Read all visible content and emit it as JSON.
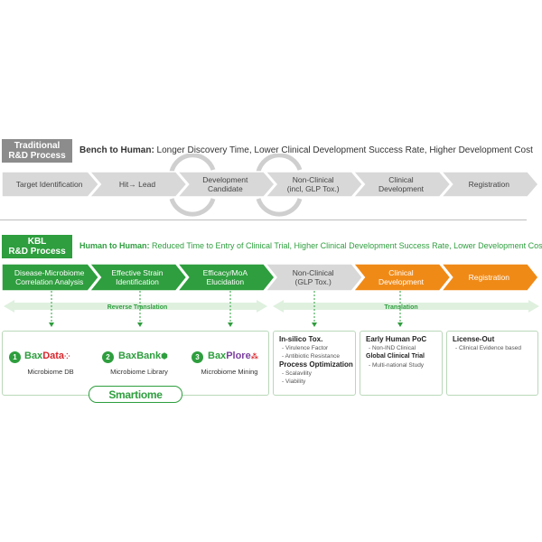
{
  "traditional": {
    "tag": [
      "Traditional",
      "R&D Process"
    ],
    "headline_bold": "Bench to Human:",
    "headline_rest": " Longer Discovery Time, Lower Clinical Development Success Rate, Higher Development Cost",
    "steps": [
      "Target Identification",
      "Hit→ Lead",
      "Development|Candidate",
      "Non-Clinical|(incl, GLP Tox.)",
      "Clinical|Development",
      "Registration"
    ]
  },
  "kbl": {
    "tag": [
      "KBL",
      "R&D Process"
    ],
    "headline_bold": "Human to Human:",
    "headline_rest": " Reduced Time to Entry of Clinical Trial, Higher Clinical Development Success Rate, Lower Development Cost",
    "steps": [
      {
        "label": "Disease-Microbiome|Correlation Analysis",
        "style": "green"
      },
      {
        "label": "Effective Strain|Identification",
        "style": "green"
      },
      {
        "label": "Efficacy/MoA|Elucidation",
        "style": "green"
      },
      {
        "label": "Non-Clinical|(GLP Tox.)",
        "style": "gray"
      },
      {
        "label": "Clinical|Development",
        "style": "orange"
      },
      {
        "label": "Registration",
        "style": "orange"
      }
    ],
    "reverse_translation": "Reverse Translation",
    "translation": "Translation"
  },
  "platforms": [
    {
      "num": "1",
      "logo_a": "Bax",
      "logo_b": "Data",
      "caption": "Microbiome DB"
    },
    {
      "num": "2",
      "logo_a": "Bax",
      "logo_b": "Bank",
      "caption": "Microbiome Library"
    },
    {
      "num": "3",
      "logo_a": "Bax",
      "logo_b": "Plore",
      "caption": "Microbiome Mining"
    }
  ],
  "smartiome": "Smartiome",
  "details": [
    {
      "items": [
        {
          "title": "In-silico Tox.",
          "bullets": [
            "- Virulence Factor",
            "- Antibiotic Resistance"
          ]
        },
        {
          "title": "Process Optimization",
          "bullets": [
            "- Scalavility",
            "- Viability"
          ]
        }
      ]
    },
    {
      "items": [
        {
          "title": "Early Human PoC",
          "bullets": [
            "- Non-IND Clinical"
          ]
        },
        {
          "title": "Global Clinical Trial",
          "bullets": [
            "- Multi-national Study"
          ]
        }
      ]
    },
    {
      "items": [
        {
          "title": "License-Out",
          "bullets": [
            "- Clinical Evidence based"
          ]
        }
      ]
    }
  ],
  "colors": {
    "green": "#2e9e3e",
    "gray": "#c9c9c9",
    "gray_arrow": "#d8d8d8",
    "orange": "#f08a17",
    "bax_green": "#2e9e3e",
    "bax_red": "#d9262c",
    "bax_purple": "#7b3fa0"
  }
}
